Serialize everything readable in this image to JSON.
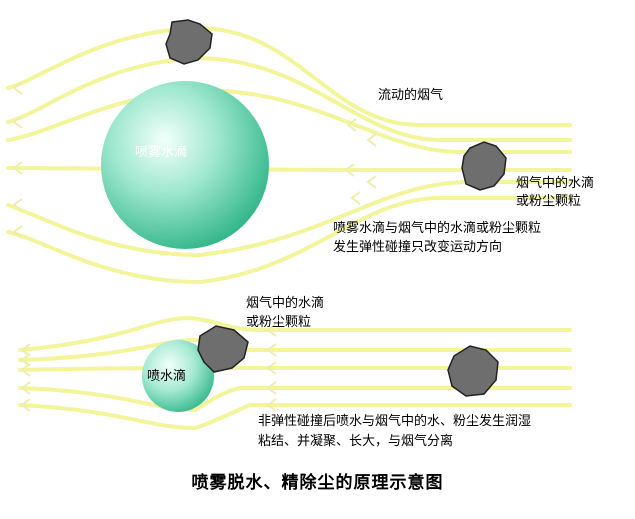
{
  "labels": {
    "flowing_smoke": "流动的烟气",
    "spray_droplet_top": "喷雾水滴",
    "particle_top_line1": "烟气中的水滴",
    "particle_top_line2": "或粉尘颗粒",
    "elastic_line1": "喷雾水滴与烟气中的水滴或粉尘颗粒",
    "elastic_line2": "发生弹性碰撞只改变运动方向",
    "particle_bottom_line1": "烟气中的水滴",
    "particle_bottom_line2": "或粉尘颗粒",
    "spray_droplet_bottom": "喷水滴",
    "inelastic_line1": "非弹性碰撞后喷水与烟气中的水、粉尘发生润湿",
    "inelastic_line2": "粘结、并凝聚、长大，与烟气分离"
  },
  "caption": "喷雾脱水、精除尘的原理示意图",
  "colors": {
    "flow_line": "#f4f49a",
    "droplet_light": "#e8fbf4",
    "droplet_dark": "#3fc39a",
    "particle": "#6e6e6e"
  }
}
